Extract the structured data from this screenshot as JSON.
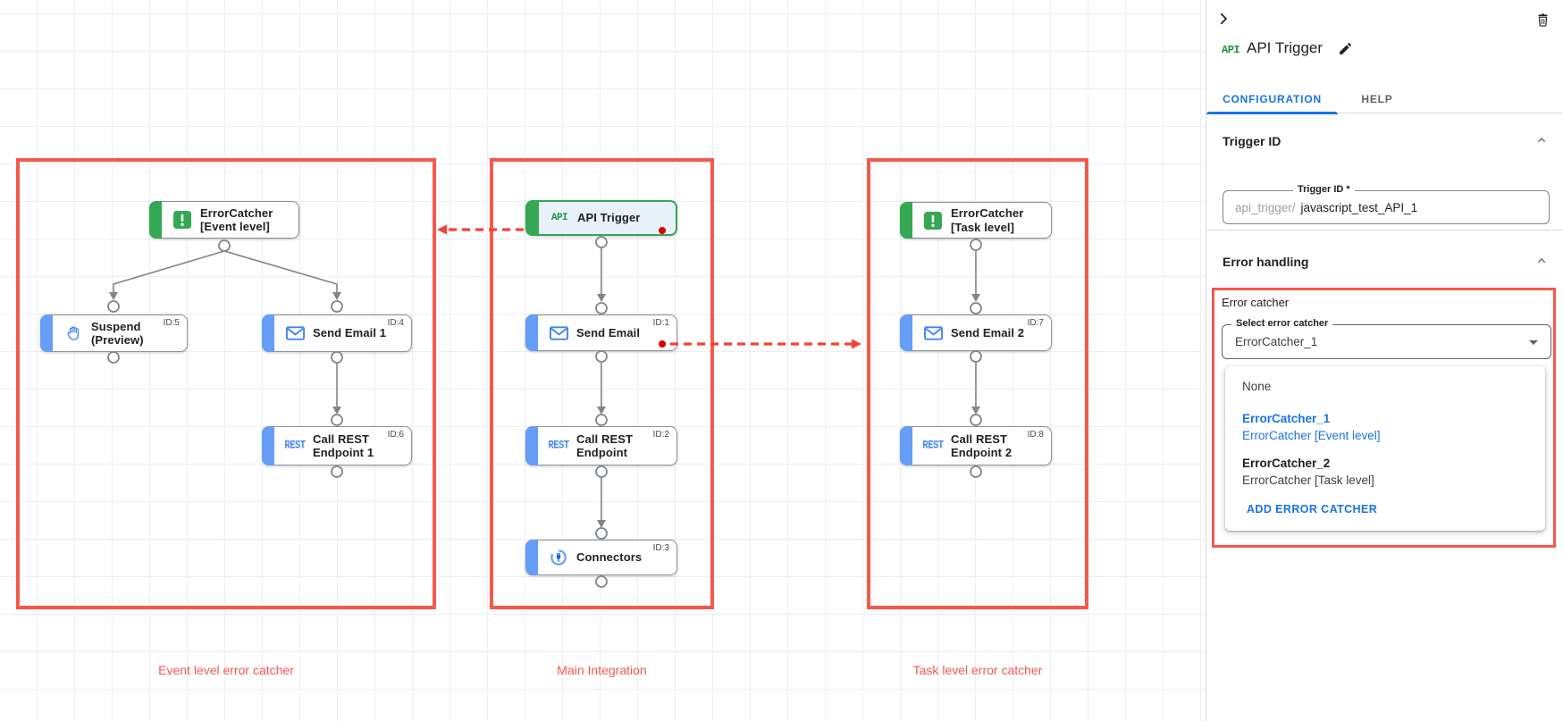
{
  "colors": {
    "box_red": "#F4594C",
    "arrow_red": "#F44336",
    "dot_red": "#D50000",
    "green": "#34A853",
    "blue": "#4285F4",
    "link_blue": "#1A73E8"
  },
  "canvas": {
    "icons": {
      "api": "API",
      "rest": "REST"
    },
    "groups": {
      "event": "Event level error catcher",
      "main": "Main Integration",
      "task": "Task level error catcher"
    },
    "nodes": {
      "errorcatcher_event": {
        "line1": "ErrorCatcher",
        "line2": "[Event level]"
      },
      "suspend": {
        "line1": "Suspend",
        "line2": "(Preview)",
        "id": "ID:5"
      },
      "send_email_1": {
        "line1": "Send Email 1",
        "id": "ID:4"
      },
      "call_rest_1": {
        "line1": "Call REST",
        "line2": "Endpoint 1",
        "id": "ID:6"
      },
      "api_trigger": {
        "line1": "API Trigger"
      },
      "send_email": {
        "line1": "Send Email",
        "id": "ID:1"
      },
      "call_rest": {
        "line1": "Call REST",
        "line2": "Endpoint",
        "id": "ID:2"
      },
      "connectors": {
        "line1": "Connectors",
        "id": "ID:3"
      },
      "errorcatcher_task": {
        "line1": "ErrorCatcher",
        "line2": "[Task level]"
      },
      "send_email_2": {
        "line1": "Send Email 2",
        "id": "ID:7"
      },
      "call_rest_2": {
        "line1": "Call REST",
        "line2": "Endpoint 2",
        "id": "ID:8"
      }
    }
  },
  "panel": {
    "title_icon_text": "API",
    "title": "API Trigger",
    "tabs": {
      "configuration": "CONFIGURATION",
      "help": "HELP"
    },
    "trigger_section": {
      "heading": "Trigger ID",
      "field_label": "Trigger ID *",
      "prefix": "api_trigger/",
      "value": "javascript_test_API_1"
    },
    "error_section": {
      "heading": "Error handling",
      "group_label": "Error catcher",
      "select_label": "Select error catcher",
      "select_value": "ErrorCatcher_1",
      "menu": {
        "none": "None",
        "opt1_name": "ErrorCatcher_1",
        "opt1_desc": "ErrorCatcher [Event level]",
        "opt2_name": "ErrorCatcher_2",
        "opt2_desc": "ErrorCatcher [Task level]",
        "add_button": "ADD ERROR CATCHER"
      }
    }
  }
}
